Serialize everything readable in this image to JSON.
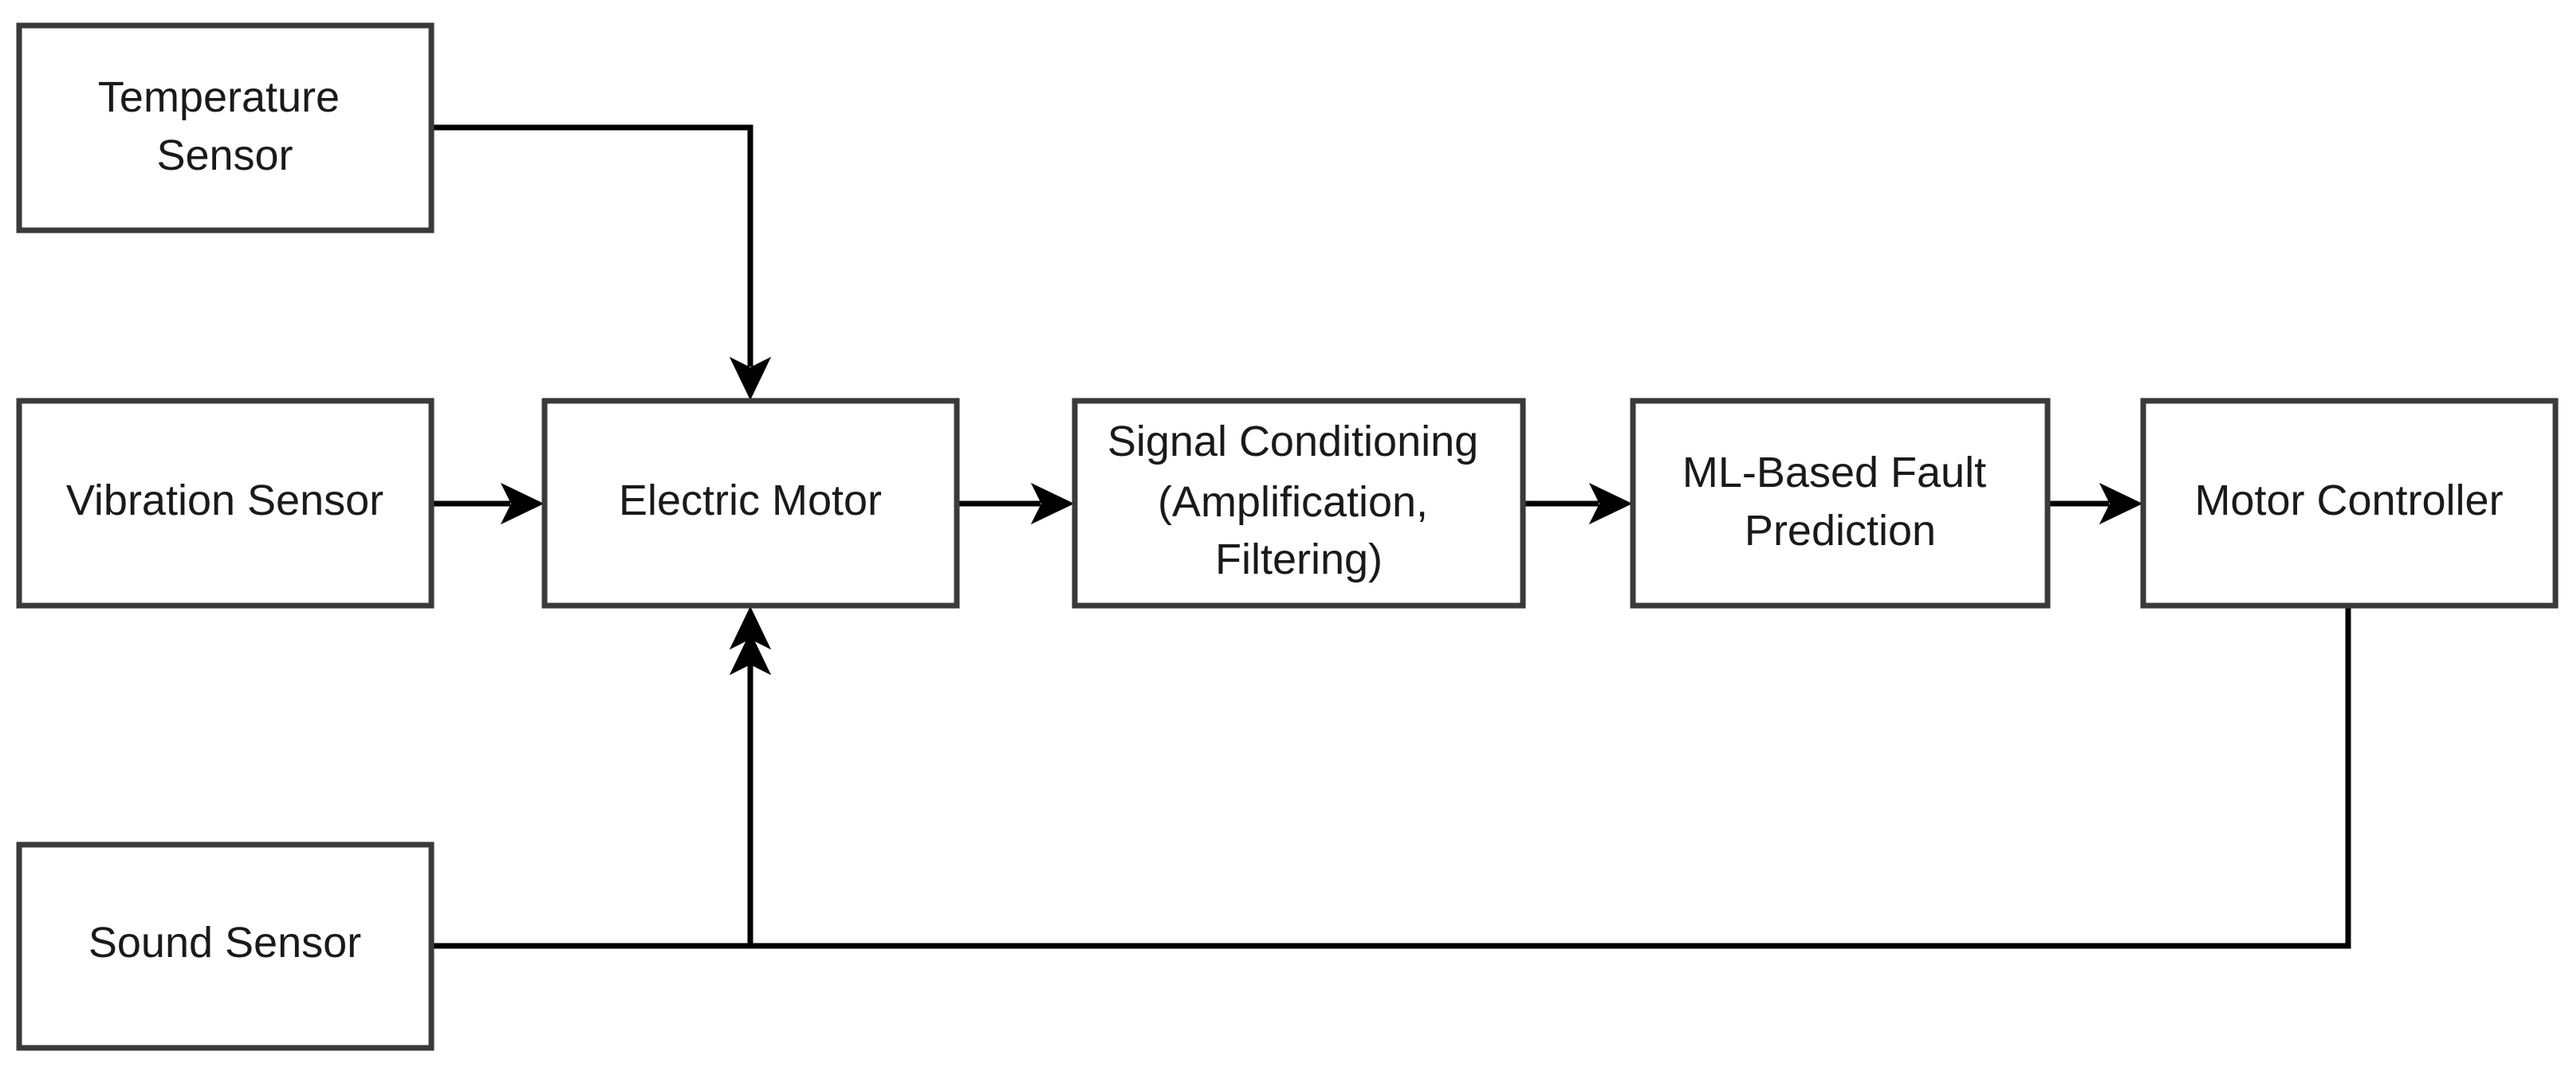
{
  "diagram": {
    "nodes": {
      "temperature_sensor": {
        "lines": [
          "Temperature",
          "Sensor"
        ]
      },
      "vibration_sensor": {
        "lines": [
          "Vibration Sensor"
        ]
      },
      "sound_sensor": {
        "lines": [
          "Sound Sensor"
        ]
      },
      "electric_motor": {
        "lines": [
          "Electric Motor"
        ]
      },
      "signal_conditioning": {
        "lines": [
          "Signal Conditioning",
          "(Amplification,",
          "Filtering)"
        ]
      },
      "ml_fault_prediction": {
        "lines": [
          "ML-Based Fault",
          "Prediction"
        ]
      },
      "motor_controller": {
        "lines": [
          "Motor Controller"
        ]
      }
    },
    "edges": [
      {
        "from": "temperature_sensor",
        "to": "electric_motor"
      },
      {
        "from": "vibration_sensor",
        "to": "electric_motor"
      },
      {
        "from": "sound_sensor",
        "to": "electric_motor"
      },
      {
        "from": "electric_motor",
        "to": "signal_conditioning"
      },
      {
        "from": "signal_conditioning",
        "to": "ml_fault_prediction"
      },
      {
        "from": "ml_fault_prediction",
        "to": "motor_controller"
      },
      {
        "from": "motor_controller",
        "to": "electric_motor"
      }
    ]
  }
}
